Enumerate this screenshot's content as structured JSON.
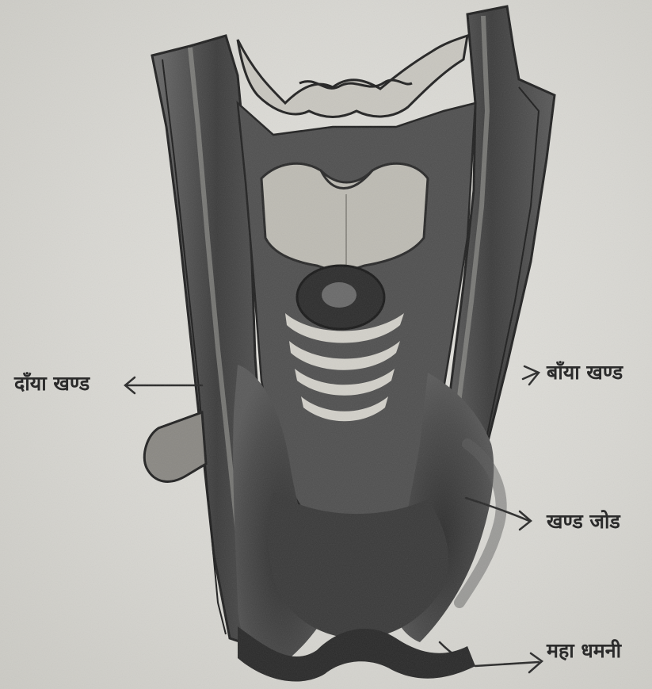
{
  "labels": {
    "right_lobe": "दाँया खण्ड",
    "left_lobe": "बाँया खण्ड",
    "isthmus": "खण्ड जोड",
    "aorta": "महा धमनी"
  },
  "colors": {
    "paper": "#d9d8d3",
    "ink": "#2b2b2b",
    "shade_dark": "#3a3a3a",
    "shade_mid": "#6e6e6e",
    "cartilage": "#bcbab3"
  }
}
